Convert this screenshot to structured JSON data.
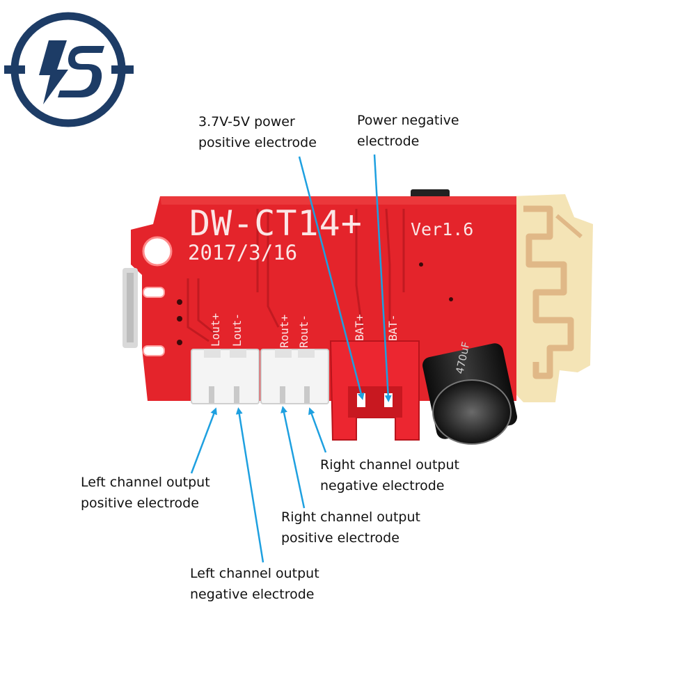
{
  "brand": {
    "logo_letters": "IS"
  },
  "board": {
    "model": "DW-CT14+",
    "version": "Ver1.6",
    "date": "2017/3/16",
    "pin_labels": [
      "Lout+",
      "Lout-",
      "Rout+",
      "Rout-",
      "BAT+",
      "BAT-"
    ],
    "capacitor_marking": "470uF",
    "board_color": "#e4242b",
    "arrow_color": "#1ea0e0"
  },
  "callouts": {
    "power_pos": {
      "line1": "3.7V-5V power",
      "line2": "positive electrode"
    },
    "power_neg": {
      "line1": "Power negative",
      "line2": "electrode"
    },
    "lout_pos": {
      "line1": "Left channel output",
      "line2": "positive electrode"
    },
    "lout_neg": {
      "line1": "Left channel output",
      "line2": "negative electrode"
    },
    "rout_pos": {
      "line1": "Right channel output",
      "line2": "positive electrode"
    },
    "rout_neg": {
      "line1": "Right channel output",
      "line2": "negative electrode"
    }
  }
}
